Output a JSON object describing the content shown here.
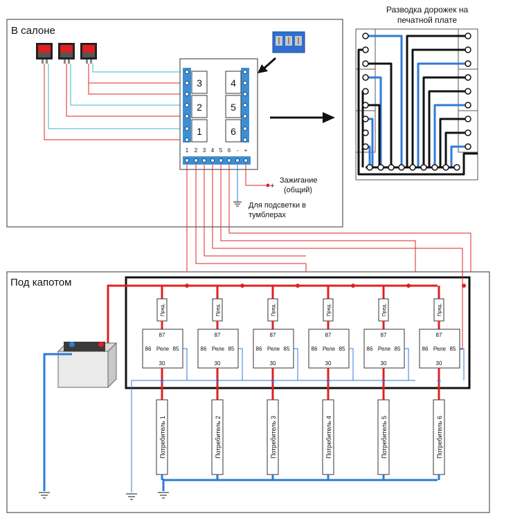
{
  "colors": {
    "red": "#e02020",
    "blue": "#2f7ad8",
    "cyan": "#3fb6c8",
    "black": "#111111",
    "terminal": "#3a8fd8"
  },
  "cabin": {
    "title": "В салоне",
    "block_left": [
      "3",
      "2",
      "1"
    ],
    "block_right": [
      "4",
      "5",
      "6"
    ],
    "pins": [
      "1",
      "2",
      "3",
      "4",
      "5",
      "6",
      "-",
      "+"
    ],
    "ignition": "Зажигание",
    "ignition_sub": "(общий)",
    "backlight_1": "Для подсветки в",
    "backlight_2": "тумблерах"
  },
  "pcb": {
    "title_1": "Разводка дорожек на",
    "title_2": "печатной плате"
  },
  "hood": {
    "title": "Под капотом"
  },
  "relays": [
    {
      "fuse": "Пред.",
      "p87": "87",
      "p86": "86",
      "label": "Реле",
      "p85": "85",
      "p30": "30",
      "load": "Потребитель 1"
    },
    {
      "fuse": "Пред.",
      "p87": "87",
      "p86": "86",
      "label": "Реле",
      "p85": "85",
      "p30": "30",
      "load": "Потребитель 2"
    },
    {
      "fuse": "Пред.",
      "p87": "87",
      "p86": "86",
      "label": "Реле",
      "p85": "85",
      "p30": "30",
      "load": "Потребитель 3"
    },
    {
      "fuse": "Пред.",
      "p87": "87",
      "p86": "86",
      "label": "Реле",
      "p85": "85",
      "p30": "30",
      "load": "Потребитель 4"
    },
    {
      "fuse": "Пред.",
      "p87": "87",
      "p86": "86",
      "label": "Реле",
      "p85": "85",
      "p30": "30",
      "load": "Потребитель 5"
    },
    {
      "fuse": "Пред.",
      "p87": "87",
      "p86": "86",
      "label": "Реле",
      "p85": "85",
      "p30": "30",
      "load": "Потребитель 6"
    }
  ]
}
